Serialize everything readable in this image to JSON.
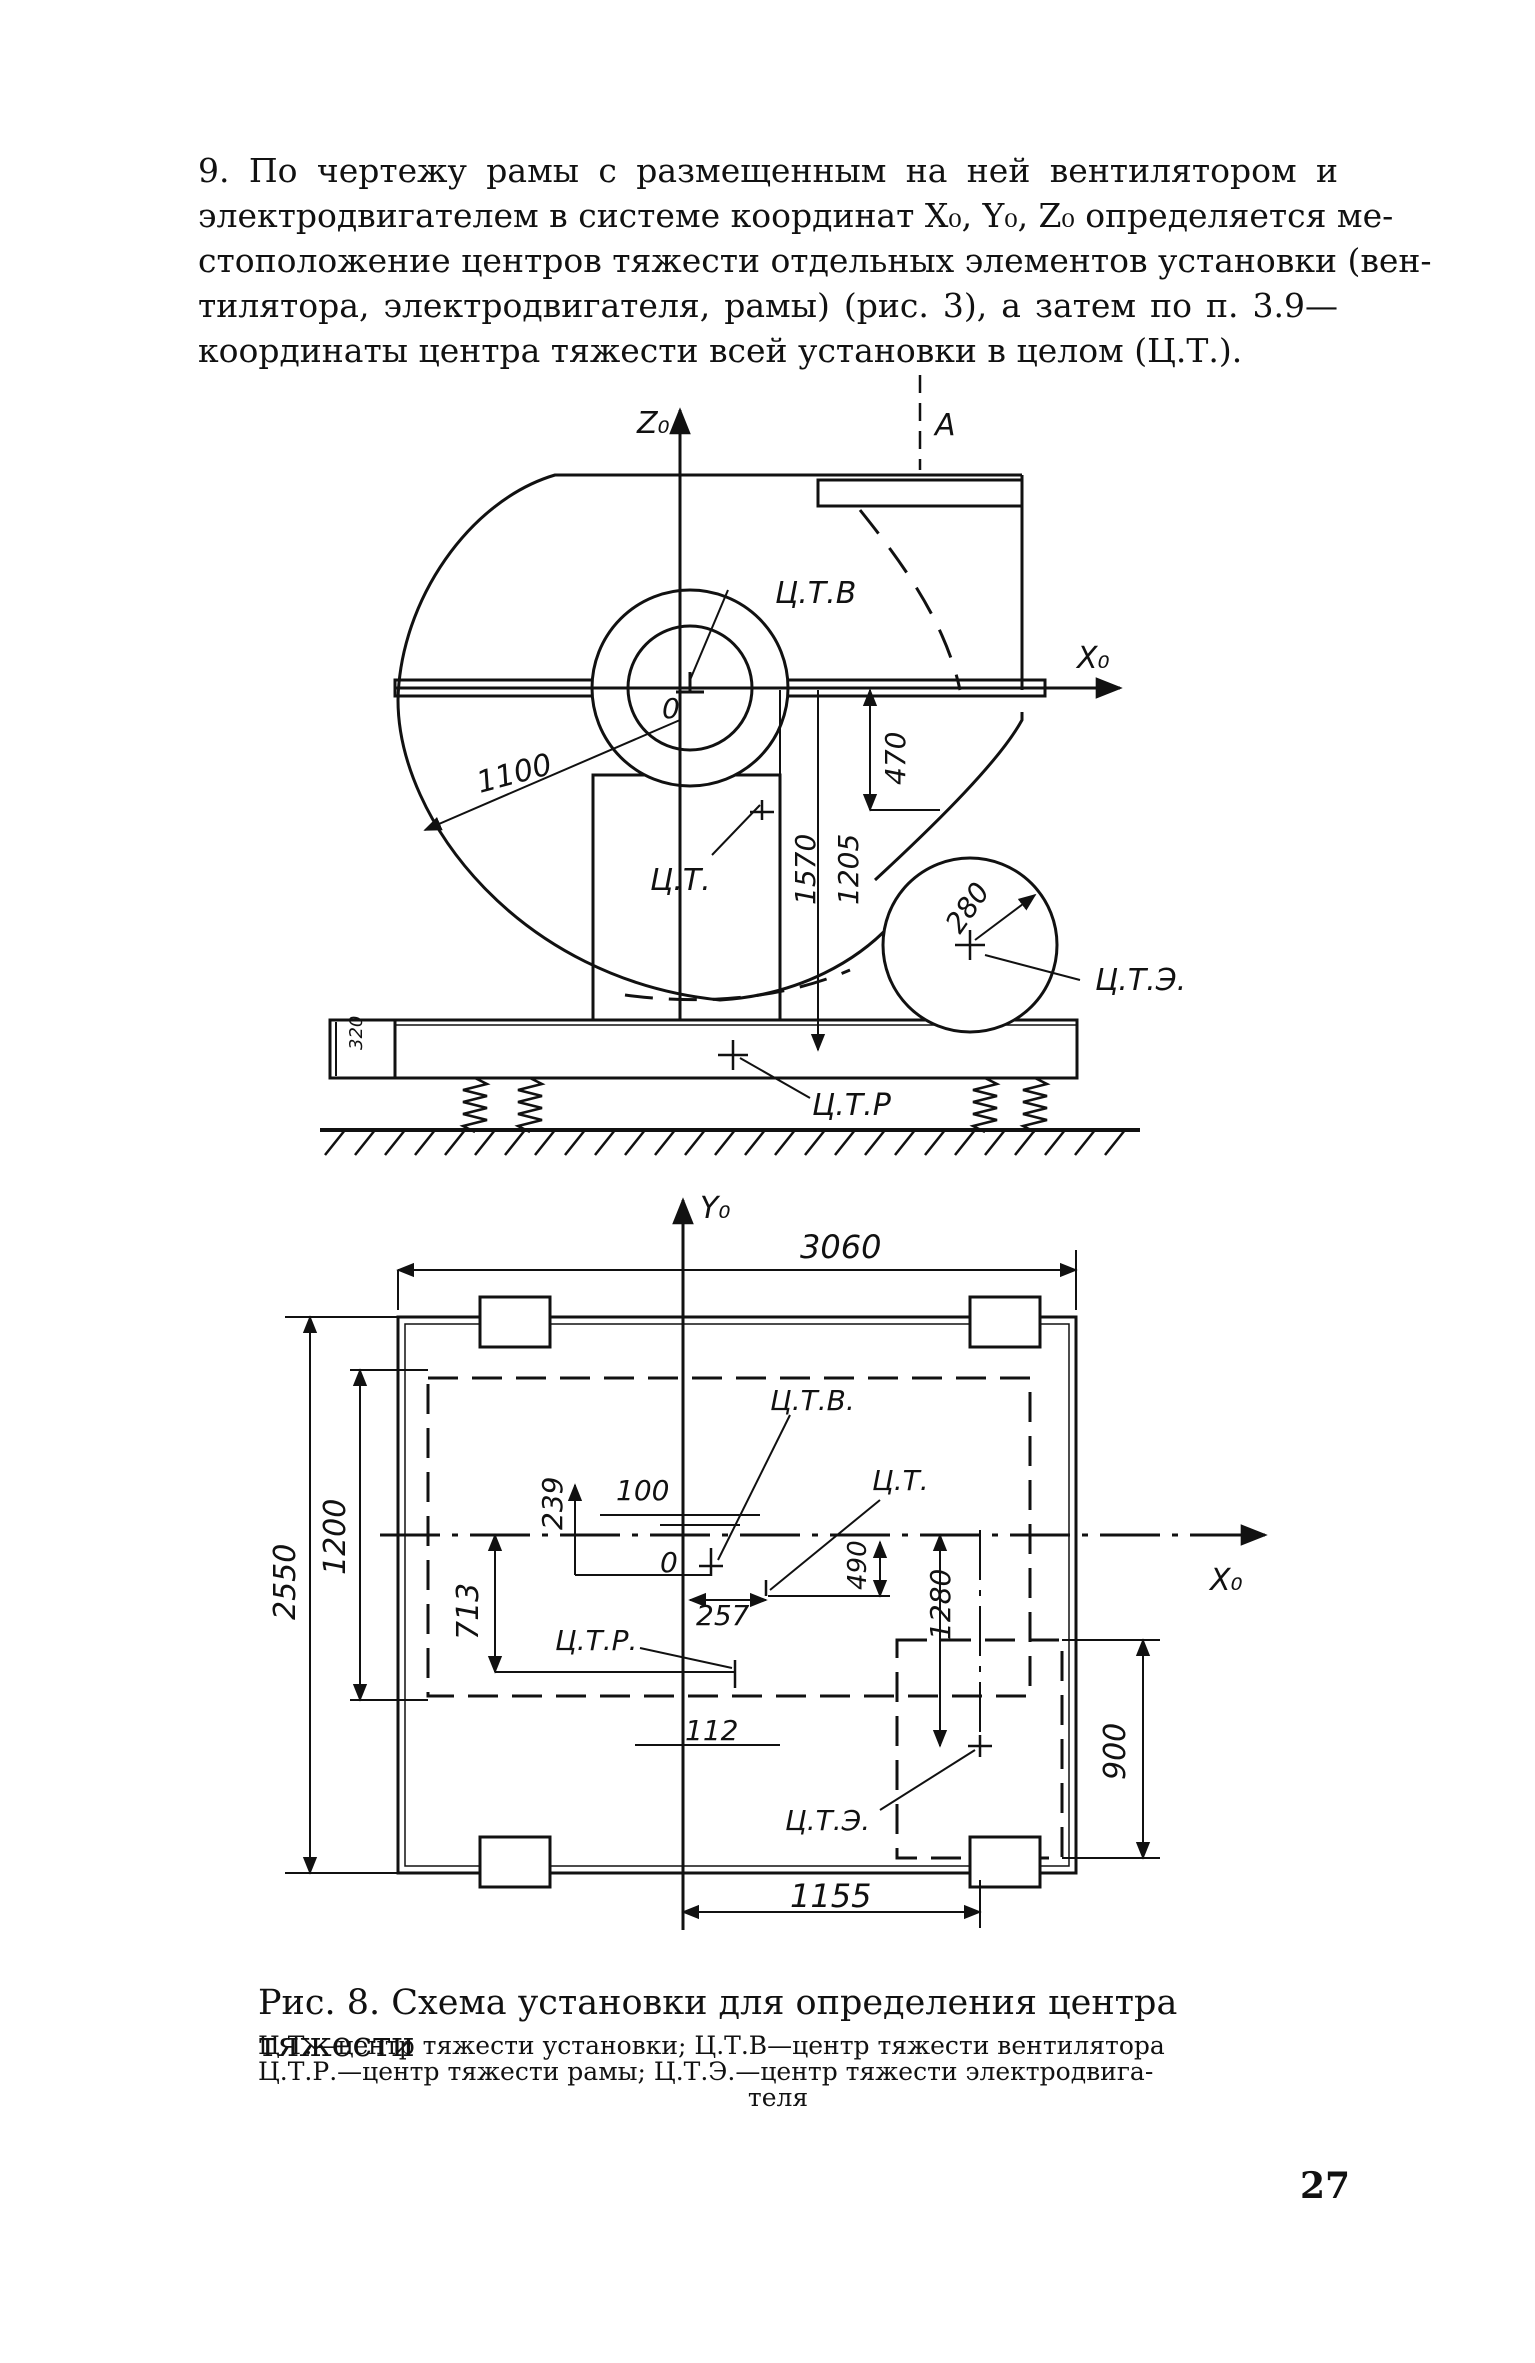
{
  "paragraph": {
    "lines": [
      "9. По чертежу рамы с размещенным на ней вентилятором и",
      "электродвигателем в системе координат X₀, Y₀, Z₀ определяется ме-",
      "стоположение центров тяжести отдельных элементов установки (вен-",
      "тилятора, электродвигателя, рамы) (рис. 3), а затем по п. 3.9—",
      "координаты центра тяжести всей установки в целом (Ц.Т.)."
    ]
  },
  "figure": {
    "side_view": {
      "axis_z": "Z₀",
      "axis_x": "X₀",
      "section_mark": "A",
      "origin": "0",
      "labels": {
        "fan_cg": "Ц.Т.В",
        "unit_cg": "Ц.Т.",
        "motor_cg": "Ц.Т.Э.",
        "frame_cg": "Ц.Т.Р"
      },
      "dimensions": [
        "1100",
        "470",
        "1570",
        "1205",
        "280",
        "320"
      ]
    },
    "plan_view": {
      "axis_y": "Y₀",
      "axis_x": "X₀",
      "origin": "0",
      "labels": {
        "fan_cg": "Ц.Т.В.",
        "unit_cg": "Ц.Т.",
        "frame_cg": "Ц.Т.Р.",
        "motor_cg": "Ц.Т.Э."
      },
      "dimensions": [
        "3060",
        "2550",
        "1200",
        "713",
        "239",
        "100",
        "490",
        "257",
        "1280",
        "112",
        "900",
        "1155"
      ]
    }
  },
  "caption": "Рис. 8. Схема установки для определения центра тяжести",
  "legend": [
    "Ц.Т.—центр тяжести установки; Ц.Т.В—центр тяжести вентилятора",
    "Ц.Т.Р.—центр тяжести рамы; Ц.Т.Э.—центр тяжести электродвига-",
    "теля"
  ],
  "page_number": "27"
}
